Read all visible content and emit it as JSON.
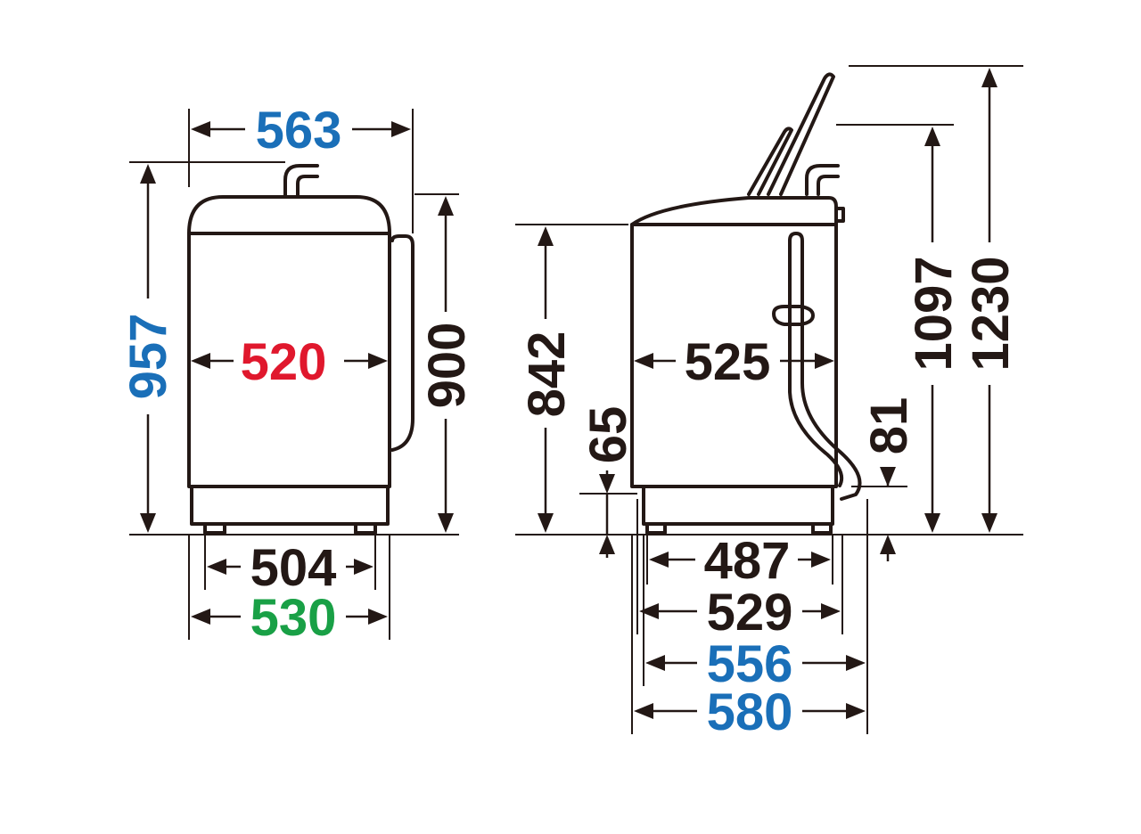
{
  "colors": {
    "line": "#231815",
    "blue": "#1a6fb8",
    "red": "#e0182d",
    "green": "#19a046",
    "black": "#231815"
  },
  "front_view": {
    "width_top": {
      "value": "563",
      "color": "blue"
    },
    "total_height": {
      "value": "957",
      "color": "blue"
    },
    "body_width": {
      "value": "520",
      "color": "red"
    },
    "body_height": {
      "value": "900",
      "color": "black"
    },
    "foot_span_inner": {
      "value": "504",
      "color": "black"
    },
    "foot_span_outer": {
      "value": "530",
      "color": "green"
    }
  },
  "side_view": {
    "body_depth": {
      "value": "525",
      "color": "black"
    },
    "cabinet_height": {
      "value": "842",
      "color": "black"
    },
    "base_height": {
      "value": "65",
      "color": "black"
    },
    "hose_clearance": {
      "value": "81",
      "color": "black"
    },
    "lid_open_height": {
      "value": "1097",
      "color": "black"
    },
    "lid_full_height": {
      "value": "1230",
      "color": "black"
    },
    "depth_feet": {
      "value": "487",
      "color": "black"
    },
    "depth_base": {
      "value": "529",
      "color": "black"
    },
    "depth_body": {
      "value": "556",
      "color": "blue"
    },
    "depth_total": {
      "value": "580",
      "color": "blue"
    }
  }
}
